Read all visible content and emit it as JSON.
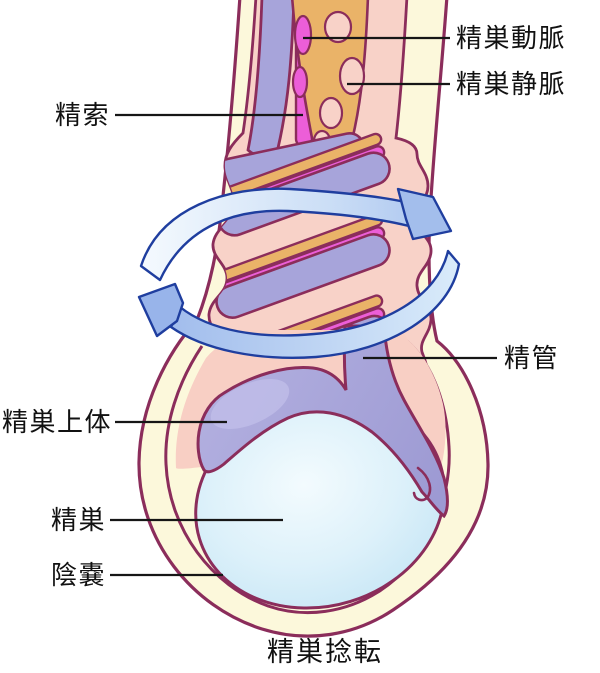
{
  "figure": {
    "title": "精巣捻転",
    "labels": {
      "artery": "精巣動脈",
      "vein": "精巣静脈",
      "spermatic_cord": "精索",
      "vas_deferens": "精管",
      "epididymis": "精巣上体",
      "testis": "精巣",
      "scrotum": "陰嚢"
    },
    "rotation_arrows": [
      "clockwise-upper",
      "counterclockwise-lower"
    ],
    "palette": {
      "outline_maroon": "#8B2D5B",
      "skin_cream": "#FCF8DB",
      "flesh_pink": "#F8CFC4",
      "periwinkle": "#A7A4DA",
      "artery_magenta": "#EC5ED8",
      "vein_orange": "#EAB368",
      "testis_blue": "#C8E7F6",
      "arrow_blue": "#9FBAEC",
      "arrow_outline_navy": "#1F3E9F",
      "label_text": "#111111"
    }
  }
}
